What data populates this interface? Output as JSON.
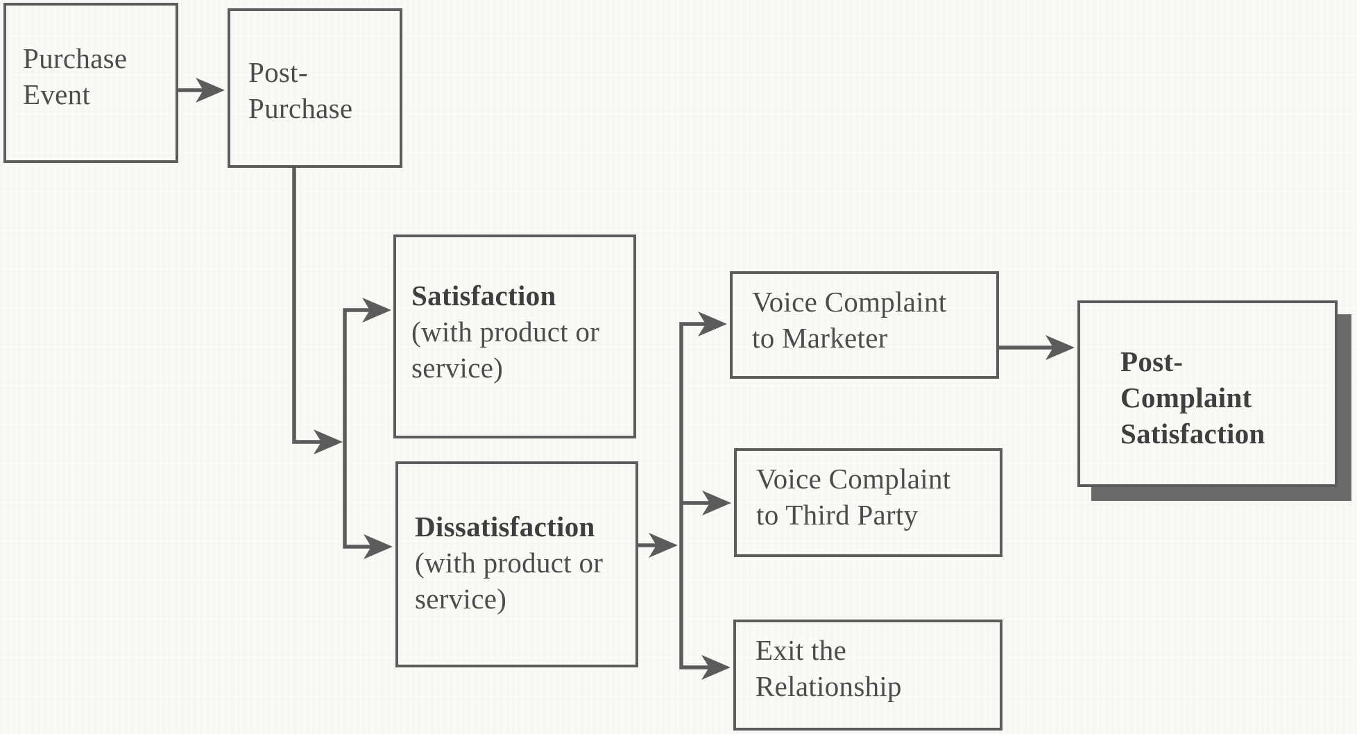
{
  "diagram": {
    "description": "Post-purchase complaint behavior flowchart",
    "colors": {
      "background": "#fbfaf7",
      "box_border": "#5c5c5c",
      "connector": "#5b5b5b",
      "text": "#4c4c4c",
      "bold_text": "#3e3e3e",
      "shadow": "#696969"
    },
    "boxes": {
      "purchase_event": {
        "lines": [
          "Purchase",
          "Event"
        ]
      },
      "post_purchase": {
        "lines": [
          "Post-",
          "Purchase"
        ]
      },
      "satisfaction": {
        "title": "Satisfaction",
        "lines": [
          "(with product or",
          "service)"
        ]
      },
      "dissatisfaction": {
        "title": "Dissatisfaction",
        "lines": [
          "(with product or",
          "service)"
        ]
      },
      "voice_marketer": {
        "lines": [
          "Voice Complaint",
          "to Marketer"
        ]
      },
      "voice_third_party": {
        "lines": [
          "Voice Complaint",
          "to Third Party"
        ]
      },
      "exit_relationship": {
        "lines": [
          "Exit the",
          "Relationship"
        ]
      },
      "post_complaint": {
        "lines": [
          "Post-",
          "Complaint",
          "Satisfaction"
        ]
      }
    },
    "connections": [
      {
        "from": "purchase_event",
        "to": "post_purchase"
      },
      {
        "from": "post_purchase",
        "to": "satisfaction"
      },
      {
        "from": "post_purchase",
        "to": "dissatisfaction"
      },
      {
        "from": "dissatisfaction",
        "to": "voice_marketer"
      },
      {
        "from": "dissatisfaction",
        "to": "voice_third_party"
      },
      {
        "from": "dissatisfaction",
        "to": "exit_relationship"
      },
      {
        "from": "voice_marketer",
        "to": "post_complaint"
      }
    ]
  }
}
